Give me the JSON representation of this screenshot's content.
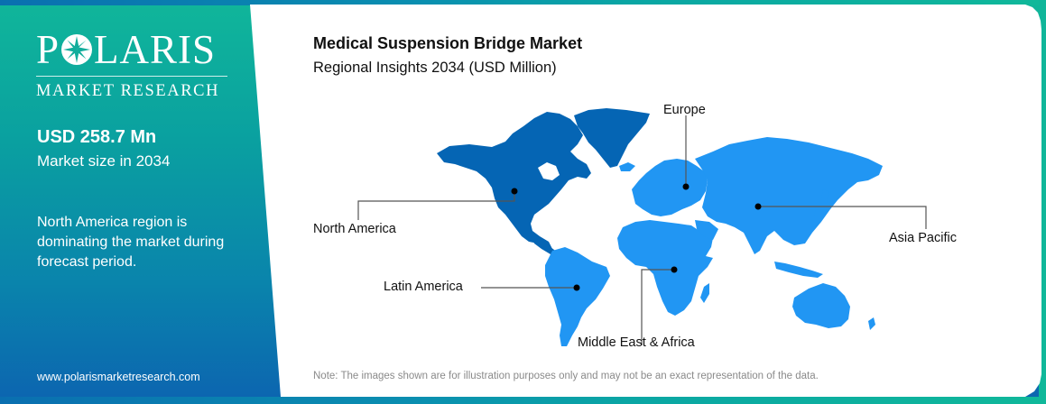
{
  "brand": {
    "name": "POLARIS",
    "tagline": "MARKET RESEARCH",
    "website": "www.polarismarketresearch.com"
  },
  "sidebar": {
    "stat_value": "USD 258.7 Mn",
    "stat_label": "Market size in 2034",
    "summary": "North America region is dominating the market during forecast period."
  },
  "main": {
    "title": "Medical Suspension Bridge Market",
    "subtitle": "Regional Insights 2034 (USD Million)",
    "note": "Note: The images shown are for illustration purposes only and may not be an exact representation of the data."
  },
  "map": {
    "colors": {
      "dominant": "#0565b4",
      "other": "#2196f3",
      "leader_line": "#555555",
      "marker": "#000000"
    },
    "regions": [
      {
        "key": "north_america",
        "label": "North America",
        "dominant": true
      },
      {
        "key": "europe",
        "label": "Europe",
        "dominant": false
      },
      {
        "key": "asia_pacific",
        "label": "Asia Pacific",
        "dominant": false
      },
      {
        "key": "latin_america",
        "label": "Latin America",
        "dominant": false
      },
      {
        "key": "mea",
        "label": "Middle East & Africa",
        "dominant": false
      }
    ]
  },
  "theme": {
    "gradient_top": "#10b69a",
    "gradient_bottom": "#0c64b0"
  }
}
